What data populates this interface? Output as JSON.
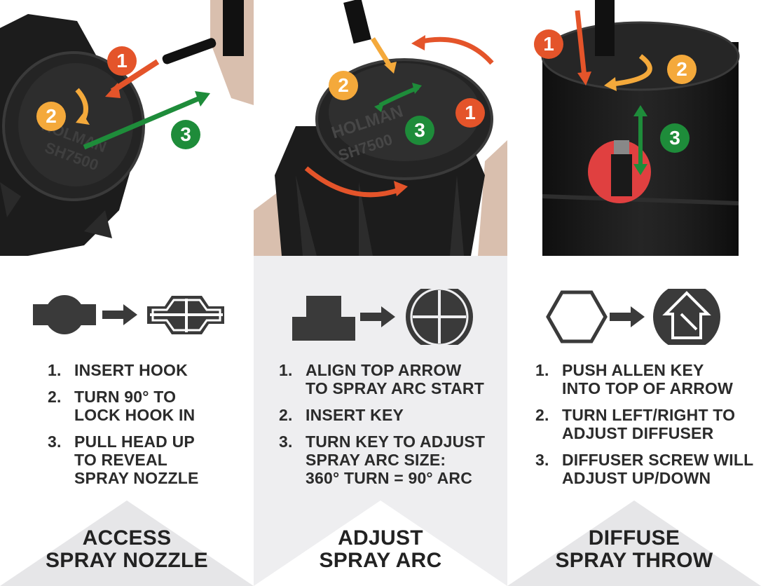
{
  "colors": {
    "red": "#e4542a",
    "yellow": "#f4a93b",
    "green": "#1e8c3a",
    "dark": "#2b2b2b"
  },
  "panels": [
    {
      "badges": [
        "1",
        "2",
        "3"
      ],
      "icon_left": "round-hub-icon",
      "icon_right": "lock-slot-icon",
      "steps": [
        {
          "num": "1.",
          "text": "INSERT HOOK"
        },
        {
          "num": "2.",
          "text": "TURN 90° TO\nLOCK HOOK IN"
        },
        {
          "num": "3.",
          "text": "PULL HEAD UP\nTO REVEAL\nSPRAY NOZZLE"
        }
      ],
      "title": "ACCESS\nSPRAY NOZZLE"
    },
    {
      "badges": [
        "1",
        "2",
        "3"
      ],
      "icon_left": "block-key-icon",
      "icon_right": "crosshair-circle-icon",
      "steps": [
        {
          "num": "1.",
          "text": "ALIGN TOP ARROW\nTO SPRAY ARC START"
        },
        {
          "num": "2.",
          "text": "INSERT KEY"
        },
        {
          "num": "3.",
          "text": "TURN KEY TO ADJUST\nSPRAY ARC SIZE:\n360° TURN = 90° ARC"
        }
      ],
      "title": "ADJUST\nSPRAY ARC"
    },
    {
      "badges": [
        "1",
        "2",
        "3"
      ],
      "icon_left": "hexagon-icon",
      "icon_right": "arrow-circle-icon",
      "steps": [
        {
          "num": "1.",
          "text": "PUSH ALLEN KEY\nINTO TOP OF ARROW"
        },
        {
          "num": "2.",
          "text": "TURN LEFT/RIGHT TO\nADJUST DIFFUSER"
        },
        {
          "num": "3.",
          "text": "DIFFUSER SCREW WILL\nADJUST UP/DOWN"
        }
      ],
      "title": "DIFFUSE\nSPRAY THROW"
    }
  ]
}
